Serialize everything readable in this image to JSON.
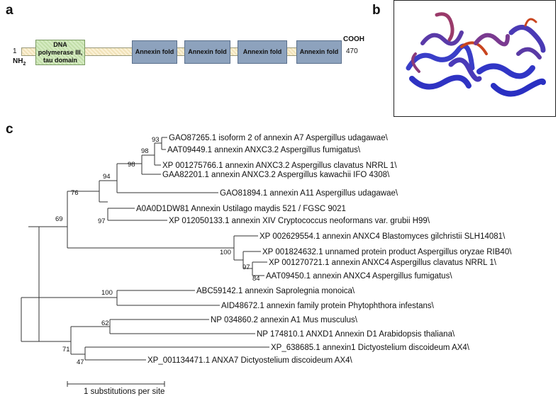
{
  "panel_labels": {
    "a": "a",
    "b": "b",
    "c": "c"
  },
  "domain_map": {
    "start": "1",
    "n_term": "NH",
    "n_term_sub": "2",
    "c_term": "COOH",
    "end": "470",
    "domains": [
      "DNA polymerase III, tau domain",
      "Annexin fold",
      "Annexin fold",
      "Annexin fold",
      "Annexin fold"
    ]
  },
  "tree": {
    "leaves": [
      "GAO87265.1 isoform 2 of annexin A7 Aspergillus udagawae\\",
      "AAT09449.1 annexin ANXC3.2 Aspergillus fumigatus\\",
      "XP 001275766.1 annexin ANXC3.2 Aspergillus clavatus NRRL 1\\",
      "GAA82201.1 annexin ANXC3.2 Aspergillus kawachii IFO 4308\\",
      "GAO81894.1 annexin A11 Aspergillus udagawae\\",
      "A0A0D1DW81  Annexin Ustilago maydis 521 / FGSC 9021",
      "XP 012050133.1 annexin XIV Cryptococcus neoformans var. grubii H99\\",
      "XP 002629554.1 annexin ANXC4 Blastomyces gilchristii SLH14081\\",
      "XP 001824632.1 unnamed protein product Aspergillus oryzae RIB40\\",
      "XP 001270721.1 annexin ANXC4 Aspergillus clavatus NRRL 1\\",
      "AAT09450.1 annexin ANXC4 Aspergillus fumigatus\\",
      "ABC59142.1 annexin Saprolegnia monoica\\",
      "AID48672.1 annexin family protein Phytophthora infestans\\",
      "NP 034860.2 annexin A1 Mus musculus\\",
      "NP 174810.1 ANXD1 Annexin D1 Arabidopsis thaliana\\",
      "XP_638685.1 annexin1 Dictyostelium discoideum AX4\\",
      "XP_001134471.1 ANXA7 Dictyostelium discoideum AX4\\"
    ],
    "bootstrap": [
      "93",
      "98",
      "98",
      "94",
      "76",
      "97",
      "69",
      "100",
      "97",
      "84",
      "100",
      "62",
      "71",
      "47"
    ],
    "scale_label": "1 substitutions per site"
  }
}
